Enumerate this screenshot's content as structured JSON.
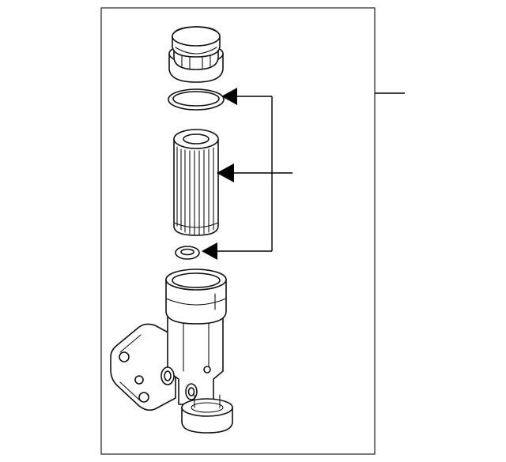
{
  "diagram": {
    "type": "exploded-parts-illustration",
    "parts": [
      "filter-cap",
      "cap-o-ring",
      "filter-element",
      "small-seal-ring",
      "filter-housing"
    ],
    "callouts": [
      {
        "target": "cap-o-ring"
      },
      {
        "target": "filter-element"
      },
      {
        "target": "small-seal-ring"
      }
    ],
    "colors": {
      "line": "#111111",
      "arrow": "#000000",
      "background": "#ffffff"
    }
  }
}
